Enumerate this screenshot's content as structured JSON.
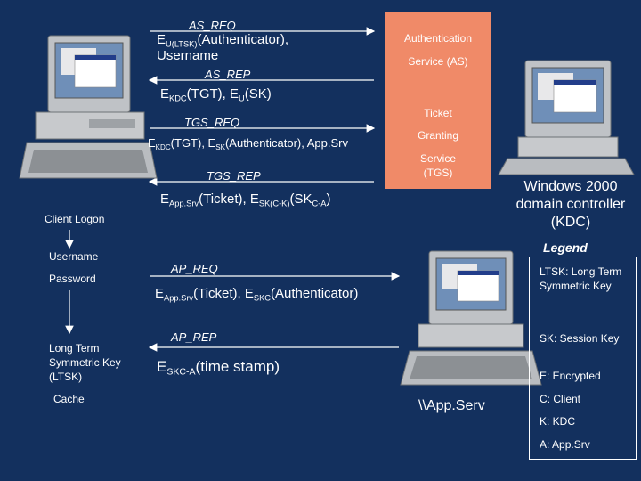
{
  "kdc_box": {
    "line1": "Authentication",
    "line2": "Service (AS)",
    "line3": "Ticket",
    "line4": "Granting",
    "line5": "Service",
    "line6": "(TGS)"
  },
  "messages": {
    "as_req": "AS_REQ",
    "as_req_payload_e": "E",
    "as_req_payload_sub": "U(LTSK)",
    "as_req_payload_rest": "(Authenticator),",
    "as_req_username": "Username",
    "as_rep": "AS_REP",
    "as_rep_e1": "E",
    "as_rep_sub1": "KDC",
    "as_rep_mid": "(TGT), E",
    "as_rep_sub2": "U",
    "as_rep_end": "(SK)",
    "tgs_req": "TGS_REQ",
    "tgs_req_e1": "E",
    "tgs_req_sub1": "KDC",
    "tgs_req_mid": "(TGT), E",
    "tgs_req_sub2": "SK",
    "tgs_req_end": "(Authenticator), App.Srv",
    "tgs_rep": "TGS_REP",
    "tgs_rep_e1": "E",
    "tgs_rep_sub1": "App.Srv",
    "tgs_rep_mid": "(Ticket), E",
    "tgs_rep_sub2": "SK(C-K)",
    "tgs_rep_mid2": "(SK",
    "tgs_rep_sub3": "C-A",
    "tgs_rep_end": ")",
    "ap_req": "AP_REQ",
    "ap_req_e1": "E",
    "ap_req_sub1": "App.Srv",
    "ap_req_mid": "(Ticket), E",
    "ap_req_sub2": "SKC",
    "ap_req_end": "(Authenticator)",
    "ap_rep": "AP_REP",
    "ap_rep_e1": "E",
    "ap_rep_sub1": "SKC-A",
    "ap_rep_end": "(time stamp)"
  },
  "client": {
    "logon": "Client Logon",
    "username": "Username",
    "password": "Password",
    "ltsk": "Long Term Symmetric Key (LTSK)",
    "cache": "Cache"
  },
  "dc_label": "Windows 2000 domain controller (KDC)",
  "app_server_label": "\\\\App.Serv",
  "legend": {
    "title": "Legend",
    "items": [
      "LTSK: Long Term Symmetric Key",
      "SK: Session Key",
      "E: Encrypted",
      "C: Client",
      "K: KDC",
      "A: App.Srv"
    ]
  },
  "colors": {
    "background": "#13305e",
    "kdc_box": "#f08a68",
    "text": "#ffffff"
  }
}
